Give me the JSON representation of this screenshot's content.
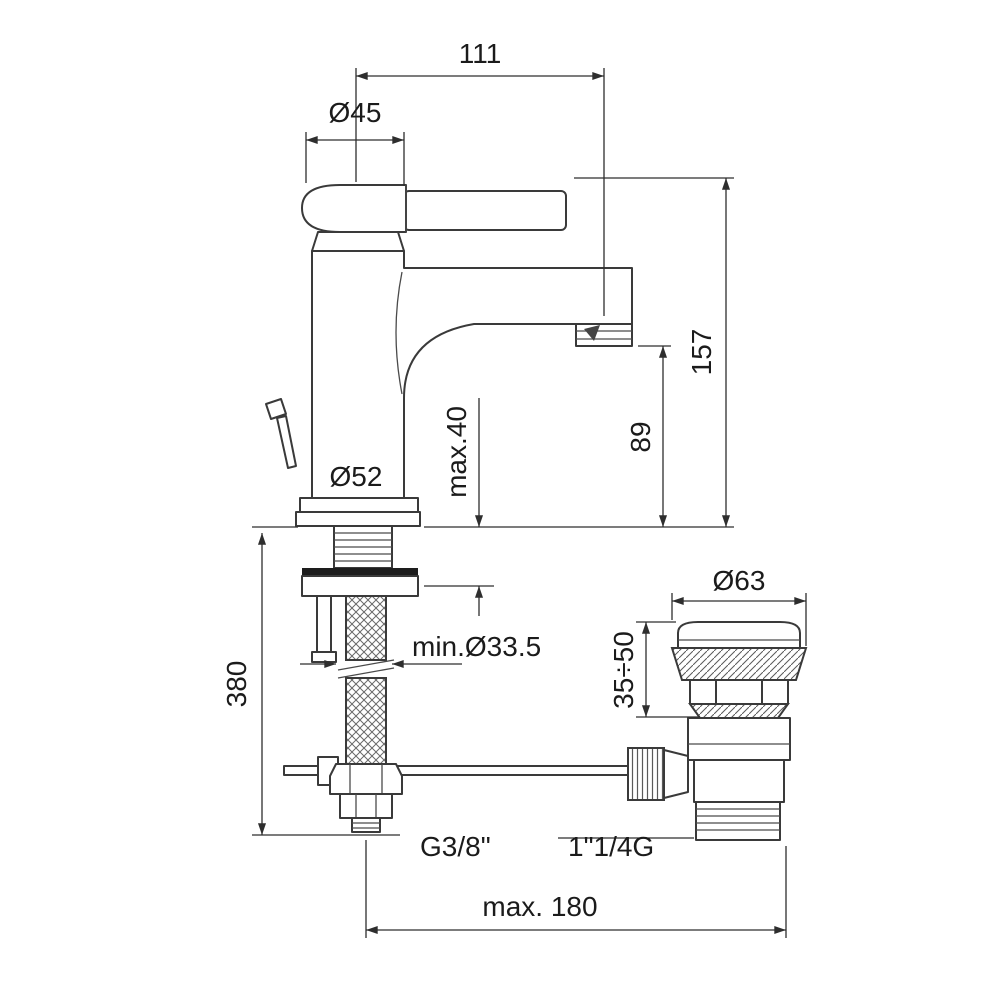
{
  "page": {
    "background": "#ffffff"
  },
  "drawing": {
    "type": "technical-dimension-drawing",
    "subject": "single-lever basin mixer with pop-up waste",
    "line_color": "#3a3a3a",
    "dim_color": "#2e2e2e",
    "dimensions": {
      "spout_projection": "111",
      "handle_diameter": "Ø45",
      "total_height": "157",
      "spout_height": "89",
      "max_deck_thickness": "max.40",
      "base_diameter": "Ø52",
      "height_below_deck": "380",
      "min_hole_diameter": "min.Ø33.5",
      "waste_cap_diameter": "Ø63",
      "waste_deck_range": "35÷50",
      "supply_thread": "G3/8\"",
      "waste_thread": "1\"1/4G",
      "max_rod_reach": "max. 180"
    }
  }
}
